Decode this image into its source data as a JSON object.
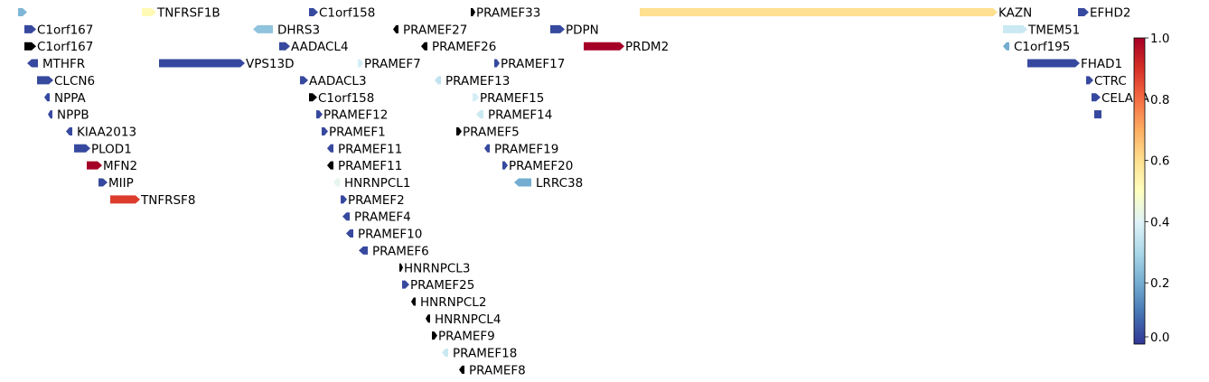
{
  "chart_data": {
    "type": "gene-track",
    "colormap": "RdYlBu_r",
    "colorbar": {
      "range": [
        0.0,
        1.0
      ],
      "ticks": [
        "0.0",
        "0.2",
        "0.4",
        "0.6",
        "0.8",
        "1.0"
      ]
    },
    "genes": [
      {
        "name": "",
        "row": 0,
        "start": 20,
        "end": 30,
        "strand": "+",
        "value": 0.22
      },
      {
        "name": "TNFRSF1B",
        "row": 0,
        "start": 157,
        "end": 173,
        "strand": "+",
        "value": 0.52
      },
      {
        "name": "C1orf158",
        "row": 0,
        "start": 342,
        "end": 352,
        "strand": "+",
        "value": 0.03
      },
      {
        "name": "PRAMEF33",
        "row": 0,
        "start": 521,
        "end": 526,
        "strand": "+",
        "value": null
      },
      {
        "name": "KAZN",
        "row": 0,
        "start": 708,
        "end": 1104,
        "strand": "+",
        "value": 0.6
      },
      {
        "name": "EFHD2",
        "row": 0,
        "start": 1193,
        "end": 1205,
        "strand": "+",
        "value": 0.03
      },
      {
        "name": "C1orf167",
        "row": 1,
        "start": 27,
        "end": 40,
        "strand": "+",
        "value": 0.03
      },
      {
        "name": "DHRS3",
        "row": 1,
        "start": 280,
        "end": 302,
        "strand": "-",
        "value": 0.25
      },
      {
        "name": "PRAMEF27",
        "row": 1,
        "start": 435,
        "end": 441,
        "strand": "-",
        "value": null
      },
      {
        "name": "PDPN",
        "row": 1,
        "start": 609,
        "end": 625,
        "strand": "+",
        "value": 0.03
      },
      {
        "name": "TMEM51",
        "row": 1,
        "start": 1110,
        "end": 1137,
        "strand": "+",
        "value": 0.36
      },
      {
        "name": "C1orf167",
        "row": 2,
        "start": 27,
        "end": 40,
        "strand": "+",
        "value": null
      },
      {
        "name": "AADACL4",
        "row": 2,
        "start": 309,
        "end": 321,
        "strand": "+",
        "value": 0.03
      },
      {
        "name": "PRAMEF26",
        "row": 2,
        "start": 466,
        "end": 473,
        "strand": "-",
        "value": null
      },
      {
        "name": "PRDM2",
        "row": 2,
        "start": 646,
        "end": 691,
        "strand": "+",
        "value": 1.0
      },
      {
        "name": "C1orf195",
        "row": 2,
        "start": 1110,
        "end": 1117,
        "strand": "-",
        "value": 0.2
      },
      {
        "name": "MTHFR",
        "row": 3,
        "start": 30,
        "end": 42,
        "strand": "-",
        "value": 0.03
      },
      {
        "name": "VPS13D",
        "row": 3,
        "start": 176,
        "end": 271,
        "strand": "+",
        "value": 0.03
      },
      {
        "name": "PRAMEF7",
        "row": 3,
        "start": 396,
        "end": 402,
        "strand": "+",
        "value": 0.38
      },
      {
        "name": "PRAMEF17",
        "row": 3,
        "start": 547,
        "end": 553,
        "strand": "+",
        "value": 0.03
      },
      {
        "name": "FHAD1",
        "row": 3,
        "start": 1137,
        "end": 1195,
        "strand": "+",
        "value": 0.03
      },
      {
        "name": "CLCN6",
        "row": 4,
        "start": 41,
        "end": 59,
        "strand": "+",
        "value": 0.03
      },
      {
        "name": "AADACL3",
        "row": 4,
        "start": 332,
        "end": 341,
        "strand": "+",
        "value": 0.03
      },
      {
        "name": "PRAMEF13",
        "row": 4,
        "start": 481,
        "end": 488,
        "strand": "-",
        "value": 0.34
      },
      {
        "name": "CTRC",
        "row": 4,
        "start": 1202,
        "end": 1210,
        "strand": "+",
        "value": 0.03
      },
      {
        "name": "NPPA",
        "row": 5,
        "start": 49,
        "end": 55,
        "strand": "-",
        "value": 0.03
      },
      {
        "name": "C1orf158",
        "row": 5,
        "start": 342,
        "end": 351,
        "strand": "+",
        "value": null
      },
      {
        "name": "PRAMEF15",
        "row": 5,
        "start": 523,
        "end": 530,
        "strand": "+",
        "value": 0.38
      },
      {
        "name": "CELA2A",
        "row": 5,
        "start": 1208,
        "end": 1218,
        "strand": "+",
        "value": 0.03
      },
      {
        "name": "NPPB",
        "row": 6,
        "start": 53,
        "end": 58,
        "strand": "-",
        "value": 0.03
      },
      {
        "name": "PRAMEF12",
        "row": 6,
        "start": 350,
        "end": 357,
        "strand": "+",
        "value": 0.03
      },
      {
        "name": "PRAMEF14",
        "row": 6,
        "start": 527,
        "end": 535,
        "strand": "-",
        "value": 0.36
      },
      {
        "name": "",
        "row": 6,
        "start": 1211,
        "end": 1219,
        "strand": ".",
        "value": 0.03
      },
      {
        "name": "KIAA2013",
        "row": 7,
        "start": 73,
        "end": 80,
        "strand": "-",
        "value": 0.03
      },
      {
        "name": "PRAMEF1",
        "row": 7,
        "start": 356,
        "end": 363,
        "strand": "+",
        "value": 0.03
      },
      {
        "name": "PRAMEF5",
        "row": 7,
        "start": 505,
        "end": 511,
        "strand": "+",
        "value": null
      },
      {
        "name": "PLOD1",
        "row": 8,
        "start": 82,
        "end": 100,
        "strand": "+",
        "value": 0.03
      },
      {
        "name": "PRAMEF11",
        "row": 8,
        "start": 362,
        "end": 369,
        "strand": "-",
        "value": 0.03
      },
      {
        "name": "PRAMEF19",
        "row": 8,
        "start": 536,
        "end": 542,
        "strand": "-",
        "value": 0.03
      },
      {
        "name": "MFN2",
        "row": 9,
        "start": 96,
        "end": 113,
        "strand": "+",
        "value": 1.0
      },
      {
        "name": "PRAMEF11",
        "row": 9,
        "start": 362,
        "end": 369,
        "strand": "-",
        "value": null
      },
      {
        "name": "PRAMEF20",
        "row": 9,
        "start": 556,
        "end": 562,
        "strand": "+",
        "value": 0.03
      },
      {
        "name": "MIIP",
        "row": 10,
        "start": 109,
        "end": 119,
        "strand": "+",
        "value": 0.03
      },
      {
        "name": "HNRNPCL1",
        "row": 10,
        "start": 369,
        "end": 376,
        "strand": "-",
        "value": 0.42
      },
      {
        "name": "LRRC38",
        "row": 10,
        "start": 569,
        "end": 588,
        "strand": "-",
        "value": 0.2
      },
      {
        "name": "TNFRSF8",
        "row": 11,
        "start": 122,
        "end": 155,
        "strand": "+",
        "value": 0.88
      },
      {
        "name": "PRAMEF2",
        "row": 11,
        "start": 377,
        "end": 384,
        "strand": "+",
        "value": 0.03
      },
      {
        "name": "PRAMEF4",
        "row": 12,
        "start": 379,
        "end": 387,
        "strand": "-",
        "value": 0.03
      },
      {
        "name": "PRAMEF10",
        "row": 13,
        "start": 383,
        "end": 391,
        "strand": "-",
        "value": 0.03
      },
      {
        "name": "PRAMEF6",
        "row": 14,
        "start": 397,
        "end": 407,
        "strand": "-",
        "value": 0.03
      },
      {
        "name": "HNRNPCL3",
        "row": 15,
        "start": 442,
        "end": 446,
        "strand": "+",
        "value": null
      },
      {
        "name": "PRAMEF25",
        "row": 16,
        "start": 445,
        "end": 453,
        "strand": "+",
        "value": 0.03
      },
      {
        "name": "HNRNPCL2",
        "row": 17,
        "start": 455,
        "end": 460,
        "strand": "-",
        "value": null
      },
      {
        "name": "HNRNPCL4",
        "row": 18,
        "start": 471,
        "end": 476,
        "strand": "-",
        "value": null
      },
      {
        "name": "PRAMEF9",
        "row": 19,
        "start": 478,
        "end": 484,
        "strand": "+",
        "value": null
      },
      {
        "name": "PRAMEF18",
        "row": 20,
        "start": 489,
        "end": 496,
        "strand": "-",
        "value": 0.36
      },
      {
        "name": "PRAMEF8",
        "row": 21,
        "start": 508,
        "end": 514,
        "strand": "-",
        "value": null
      }
    ]
  }
}
